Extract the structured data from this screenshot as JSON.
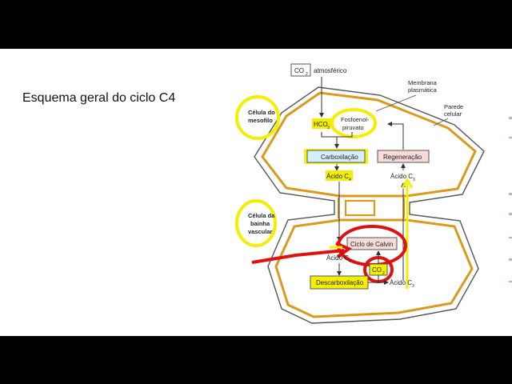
{
  "slide": {
    "title": "Esquema geral do ciclo C4"
  },
  "diagram": {
    "co2_box": "CO",
    "co2_sub": "2",
    "atmospheric": "atmosférico",
    "membrane_l1": "Membrana",
    "membrane_l2": "plasmática",
    "wall_l1": "Parede",
    "wall_l2": "celular",
    "mesophyll_l1": "Célula do",
    "mesophyll_l2": "mesofilo",
    "bundle_l1": "Célula da",
    "bundle_l2": "bainha",
    "bundle_l3": "vascular",
    "hco3": "HCO",
    "hco3_sub": "3",
    "pep_l1": "Fosfoenol-",
    "pep_l2": "piruvato",
    "carboxylation": "Carboxilação",
    "regeneration": "Regeneração",
    "acid_c4_top": "Ácido C",
    "acid_c4_top_sub": "4",
    "acid_c3_top": "Ácido C",
    "acid_c3_top_sub": "3",
    "calvin": "Ciclo de Calvin",
    "acid_c4_bottom": "Ácido C",
    "acid_c4_bottom_sub": "4",
    "co2_inner": "CO",
    "co2_inner_sub": "2",
    "decarboxylation": "Descarboxilação",
    "acid_c3_bottom": "Ácido C",
    "acid_c3_bottom_sub": "3"
  },
  "colors": {
    "highlight_yellow": "#f4ef00",
    "annotation_red": "#e01010",
    "membrane_orange": "#d99a1e",
    "box_blue": "#d6eef8",
    "box_pink": "#f6dcd8",
    "box_yellow": "#fff2a8"
  }
}
